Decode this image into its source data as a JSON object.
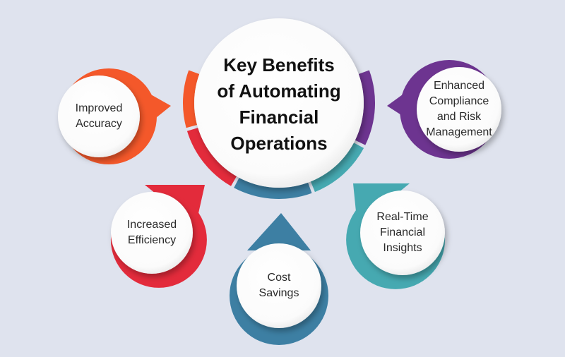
{
  "title": "Key Benefits\nof Automating\nFinancial\nOperations",
  "benefits": [
    {
      "label": "Improved\nAccuracy",
      "color": "#f4582a"
    },
    {
      "label": "Increased\nEfficiency",
      "color": "#e32b3b"
    },
    {
      "label": "Cost\nSavings",
      "color": "#3d7fa3"
    },
    {
      "label": "Real-Time\nFinancial\nInsights",
      "color": "#46a9b1"
    },
    {
      "label": "Enhanced\nCompliance\nand Risk\nManagement",
      "color": "#6d3490"
    }
  ],
  "colors": {
    "background": "#dfe3ee",
    "ring_segments": [
      "#f4582a",
      "#e32b3b",
      "#3d7fa3",
      "#46a9b1",
      "#6d3490"
    ]
  }
}
